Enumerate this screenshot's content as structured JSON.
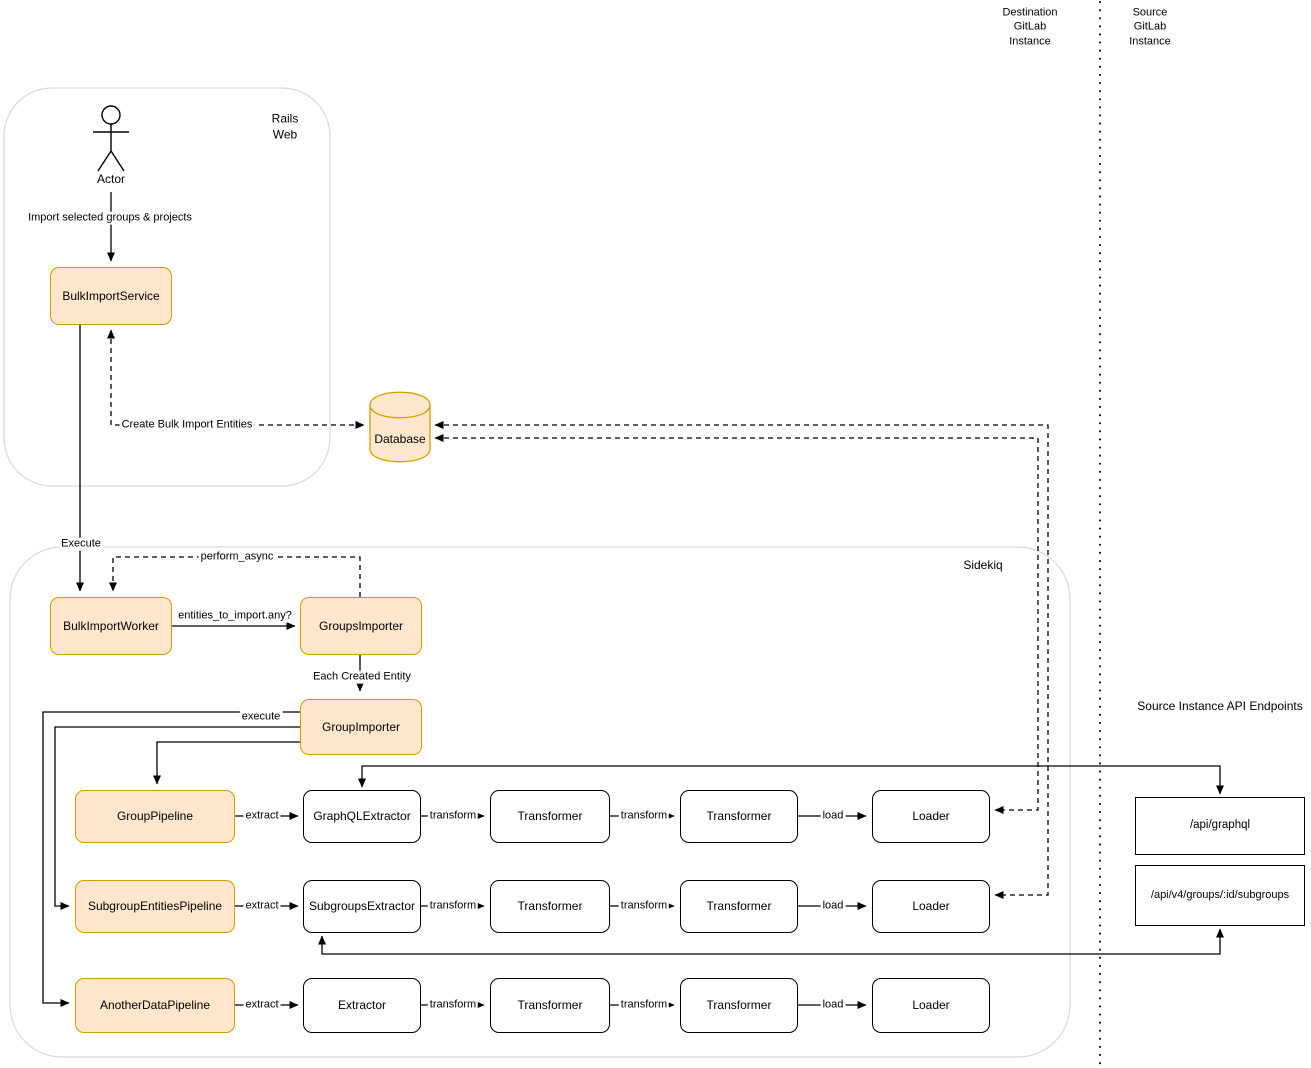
{
  "regions": {
    "destination_instance": {
      "line1": "Destination",
      "line2": "GitLab",
      "line3": "Instance"
    },
    "source_instance": {
      "line1": "Source",
      "line2": "GitLab",
      "line3": "Instance"
    },
    "rails_web": {
      "line1": "Rails",
      "line2": "Web"
    },
    "sidekiq": {
      "label": "Sidekiq"
    },
    "api_endpoints_title": "Source Instance API Endpoints"
  },
  "actor": {
    "label": "Actor"
  },
  "nodes": {
    "bulk_import_service": "BulkImportService",
    "database": "Database",
    "bulk_import_worker": "BulkImportWorker",
    "groups_importer": "GroupsImporter",
    "group_importer": "GroupImporter",
    "group_pipeline": "GroupPipeline",
    "subgroup_entities_pipeline": "SubgroupEntitiesPipeline",
    "another_data_pipeline": "AnotherDataPipeline",
    "graphql_extractor": "GraphQLExtractor",
    "subgroups_extractor": "SubgroupsExtractor",
    "extractor": "Extractor",
    "transformer": "Transformer",
    "loader": "Loader",
    "api_graphql": "/api/graphql",
    "api_subgroups": "/api/v4/groups/:id/subgroups"
  },
  "edges": {
    "import_selected": "Import selected groups & projects",
    "create_entities": "Create Bulk Import Entities",
    "execute": "Execute",
    "perform_async": "perform_async",
    "entities_any": "entities_to_import.any?",
    "each_created_entity": "Each Created Entity",
    "execute_pipeline": "execute",
    "extract": "extract",
    "transform": "transform",
    "load": "load"
  },
  "colors": {
    "node_fill": "#FFE6CC",
    "node_border": "#D79B00",
    "plain_border": "#000000",
    "container_border": "#D9D9D9"
  }
}
